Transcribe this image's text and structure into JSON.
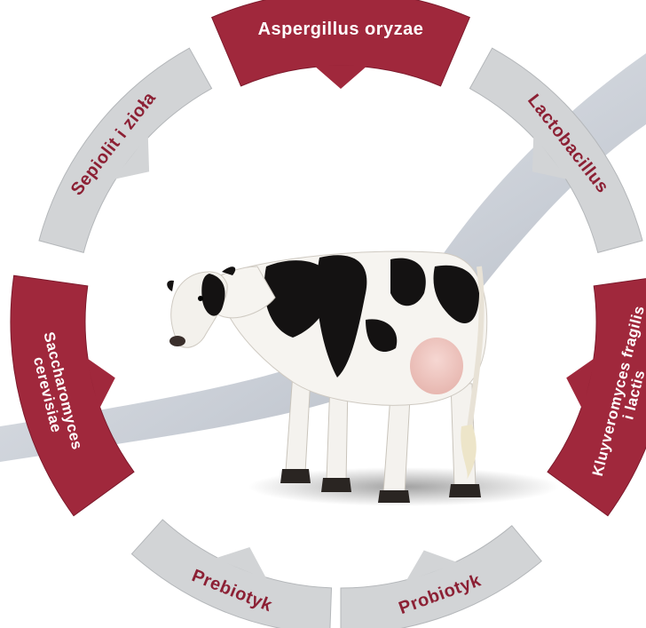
{
  "colors": {
    "maroon": "#a0283c",
    "maroon_dark": "#7d1a2c",
    "grey": "#d2d4d6",
    "grey_dark": "#b4b7ba",
    "grey_text": "#8c2034",
    "swoosh": "#cfd3d9"
  },
  "cycle": {
    "segments": [
      {
        "id": "aspergillus",
        "label": "Aspergillus oryzae",
        "style": "maroon",
        "icon": "arrow-inward"
      },
      {
        "id": "lactobacillus",
        "label": "Lactobacillus",
        "style": "grey",
        "icon": "arrow-inward"
      },
      {
        "id": "kluyveromyces",
        "label": "Kluyveromyces fragilis i lactis",
        "style": "maroon",
        "icon": "arrow-inward"
      },
      {
        "id": "probiotyk",
        "label": "Probiotyk",
        "style": "grey",
        "icon": "arrow-inward"
      },
      {
        "id": "prebiotyk",
        "label": "Prebiotyk",
        "style": "grey",
        "icon": "arrow-inward"
      },
      {
        "id": "saccharomyces",
        "label": "Saccharomyces cerevisiae",
        "style": "maroon",
        "icon": "arrow-inward"
      },
      {
        "id": "sepiolit",
        "label": "Sepiolit i zioła",
        "style": "grey",
        "icon": "arrow-inward"
      }
    ]
  },
  "center_image": {
    "subject": "holstein-cow",
    "icon": "cow-illustration"
  }
}
